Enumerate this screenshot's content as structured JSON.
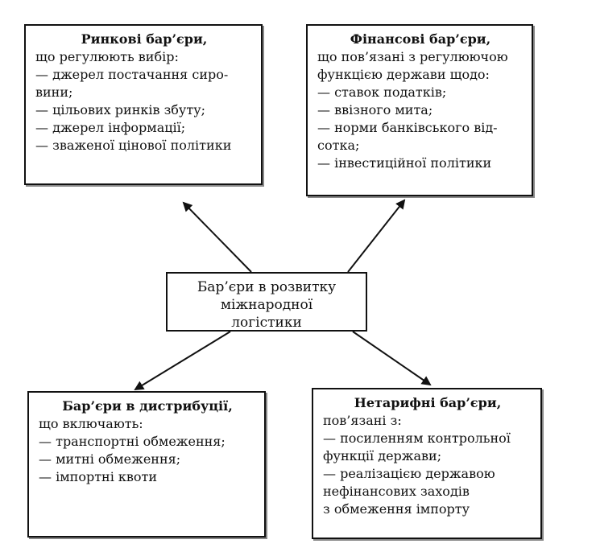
{
  "center": {
    "lines": [
      "Бар’єри в розвитку",
      "міжнародної",
      "логістики"
    ]
  },
  "market": {
    "title": "Ринкові бар’єри,",
    "lines": [
      "що регулюють вибір:",
      "— джерел постачання сиро-",
      "вини;",
      "— цільових ринків збуту;",
      "— джерел інформації;",
      "— зваженої цінової політики"
    ]
  },
  "finance": {
    "title": "Фінансові бар’єри,",
    "lines": [
      "що пов’язані з регулюючою",
      "функцією держави щодо:",
      "— ставок податків;",
      "— ввізного мита;",
      "— норми банківського від-",
      "сотка;",
      "— інвестиційної політики"
    ]
  },
  "distribution": {
    "title": "Бар’єри в дистрибуції,",
    "lines": [
      "що включають:",
      "— транспортні обмеження;",
      "— митні обмеження;",
      "— імпортні квоти"
    ]
  },
  "nontariff": {
    "title": "Нетарифні бар’єри,",
    "lines": [
      "пов’язані з:",
      "— посиленням контрольної",
      "функції держави;",
      "— реалізацією державою",
      "нефінансових заходів",
      "з обмеження імпорту"
    ]
  },
  "colors": {
    "stroke": "#111111",
    "background": "#ffffff"
  }
}
